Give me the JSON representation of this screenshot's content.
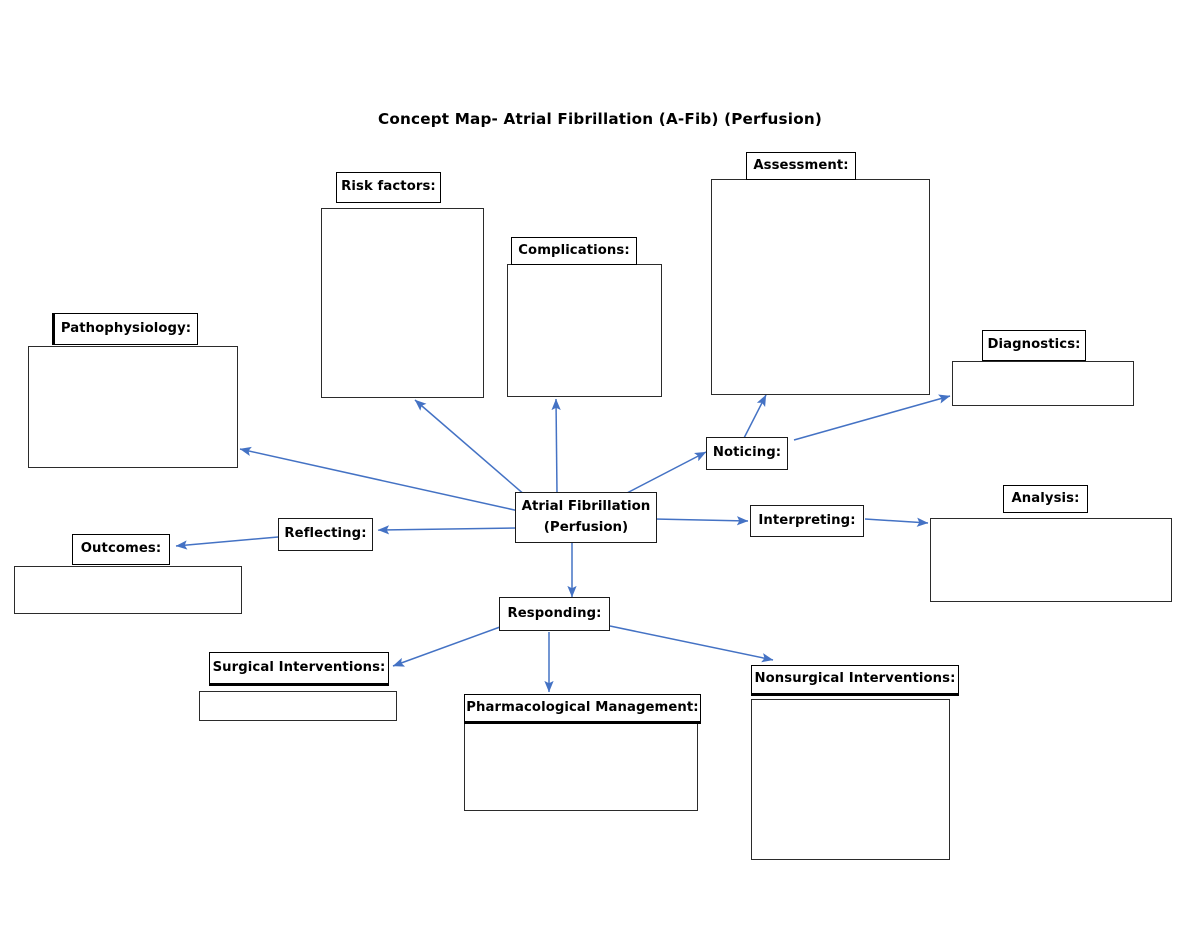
{
  "title": "Concept Map- Atrial Fibrillation (A-Fib) (Perfusion)",
  "colors": {
    "arrow": "#4472C4",
    "border": "#1a1a1a",
    "body_border": "#2b2b2b",
    "background": "#ffffff",
    "text": "#000000"
  },
  "center": {
    "line1": "Atrial Fibrillation",
    "line2": "(Perfusion)"
  },
  "nodes": {
    "pathophysiology": {
      "label": "Pathophysiology:",
      "body": ""
    },
    "risk_factors": {
      "label": "Risk factors:",
      "body": ""
    },
    "complications": {
      "label": "Complications:",
      "body": ""
    },
    "assessment": {
      "label": "Assessment:",
      "body": ""
    },
    "diagnostics": {
      "label": "Diagnostics:",
      "body": ""
    },
    "analysis": {
      "label": "Analysis:",
      "body": ""
    },
    "outcomes": {
      "label": "Outcomes:",
      "body": ""
    },
    "surgical_interventions": {
      "label": "Surgical Interventions:",
      "body": ""
    },
    "pharmacological_management": {
      "label": "Pharmacological Management:",
      "body": ""
    },
    "nonsurgical_interventions": {
      "label": "Nonsurgical Interventions:",
      "body": ""
    },
    "noticing": {
      "label": "Noticing:"
    },
    "interpreting": {
      "label": "Interpreting:"
    },
    "responding": {
      "label": "Responding:"
    },
    "reflecting": {
      "label": "Reflecting:"
    }
  },
  "edges": [
    {
      "from": "atrial-fibrillation",
      "to": "pathophysiology"
    },
    {
      "from": "atrial-fibrillation",
      "to": "risk-factors"
    },
    {
      "from": "atrial-fibrillation",
      "to": "complications"
    },
    {
      "from": "atrial-fibrillation",
      "to": "noticing"
    },
    {
      "from": "atrial-fibrillation",
      "to": "interpreting"
    },
    {
      "from": "atrial-fibrillation",
      "to": "reflecting"
    },
    {
      "from": "atrial-fibrillation",
      "to": "responding"
    },
    {
      "from": "noticing",
      "to": "assessment"
    },
    {
      "from": "noticing",
      "to": "diagnostics"
    },
    {
      "from": "interpreting",
      "to": "analysis"
    },
    {
      "from": "reflecting",
      "to": "outcomes"
    },
    {
      "from": "responding",
      "to": "surgical-interventions"
    },
    {
      "from": "responding",
      "to": "pharmacological-management"
    },
    {
      "from": "responding",
      "to": "nonsurgical-interventions"
    }
  ]
}
